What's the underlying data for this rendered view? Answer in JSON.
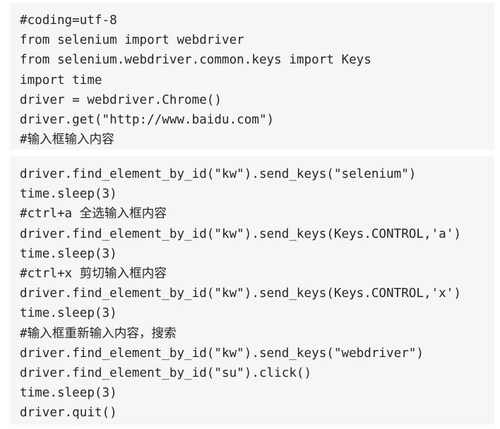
{
  "code_blocks": [
    {
      "lines": [
        "#coding=utf-8",
        "from selenium import webdriver",
        "from selenium.webdriver.common.keys import Keys",
        "import time",
        "driver = webdriver.Chrome()",
        "driver.get(\"http://www.baidu.com\")",
        "#输入框输入内容"
      ]
    },
    {
      "lines": [
        "driver.find_element_by_id(\"kw\").send_keys(\"selenium\")",
        "time.sleep(3)",
        "#ctrl+a 全选输入框内容",
        "driver.find_element_by_id(\"kw\").send_keys(Keys.CONTROL,'a')",
        "time.sleep(3)",
        "#ctrl+x 剪切输入框内容",
        "driver.find_element_by_id(\"kw\").send_keys(Keys.CONTROL,'x')",
        "time.sleep(3)",
        "#输入框重新输入内容，搜索",
        "driver.find_element_by_id(\"kw\").send_keys(\"webdriver\")",
        "driver.find_element_by_id(\"su\").click()",
        "time.sleep(3)",
        "driver.quit()"
      ]
    }
  ]
}
